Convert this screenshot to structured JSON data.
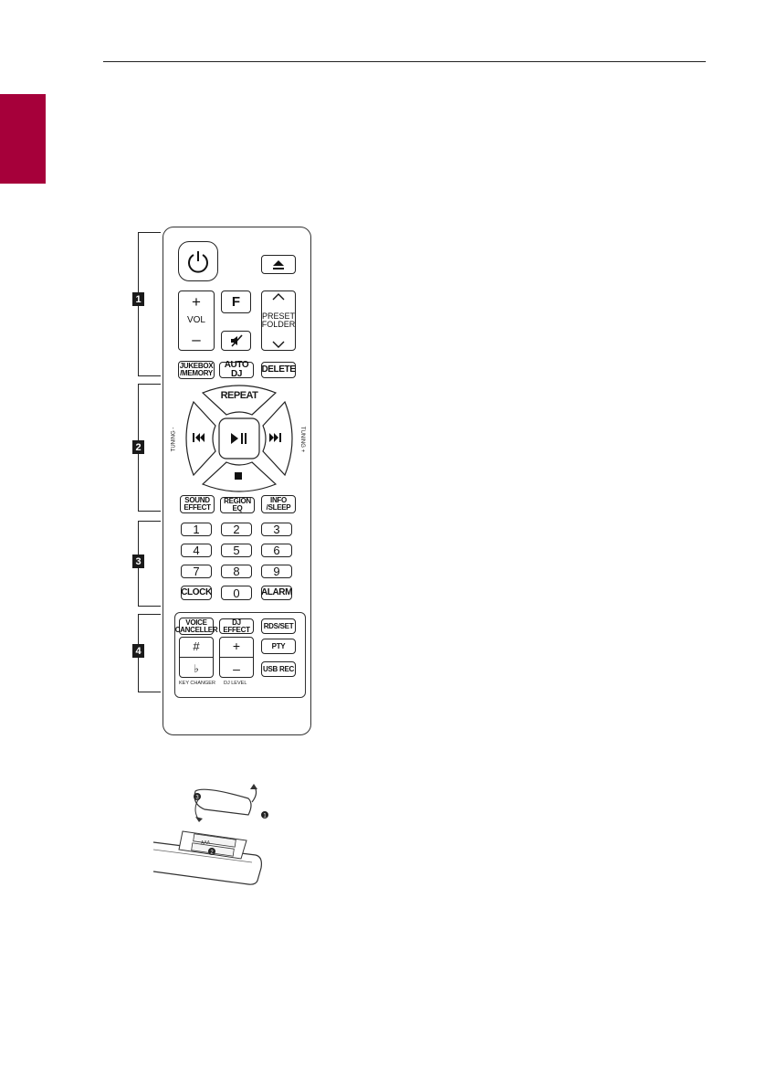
{
  "remote": {
    "section_numbers": [
      "1",
      "2",
      "3",
      "4"
    ],
    "section1": {
      "power_icon": "power-icon",
      "eject_icon": "eject-icon",
      "vol_plus": "+",
      "vol_label": "VOL",
      "vol_minus": "–",
      "function_label": "F",
      "mute_icon": "mute-icon",
      "preset_label_line1": "PRESET",
      "preset_label_line2": "FOLDER",
      "jukebox_line1": "JUKEBOX",
      "jukebox_line2": "/MEMORY",
      "auto_dj_label": "AUTO DJ",
      "delete_label": "DELETE"
    },
    "section2": {
      "repeat_label": "REPEAT",
      "tuning_minus_label": "TUNING -",
      "tuning_plus_label": "TUNING +",
      "skip_back_icon": "skip-back-icon",
      "play_pause_icon": "play-pause-icon",
      "skip_forward_icon": "skip-forward-icon",
      "stop_icon": "stop-icon",
      "sound_effect_line1": "SOUND",
      "sound_effect_line2": "EFFECT",
      "region_eq_label": "REGION EQ",
      "info_sleep_line1": "INFO",
      "info_sleep_line2": "/SLEEP"
    },
    "section3": {
      "digits": [
        "1",
        "2",
        "3",
        "4",
        "5",
        "6",
        "7",
        "8",
        "9"
      ],
      "clock_label": "CLOCK",
      "zero_label": "0",
      "alarm_label": "ALARM"
    },
    "section4": {
      "voice_canceller_line1": "VOICE",
      "voice_canceller_line2": "CANCELLER",
      "dj_effect_label": "DJ EFFECT",
      "rds_set_label": "RDS/SET",
      "sharp_label": "#",
      "flat_label": "♭",
      "dj_level_plus": "+",
      "dj_level_minus": "–",
      "pty_label": "PTY",
      "usb_rec_label": "USB REC",
      "key_changer_caption": "KEY CHANGER",
      "dj_level_caption": "DJ LEVEL"
    }
  },
  "battery_figure": {
    "step_labels": [
      "1",
      "2",
      "3"
    ],
    "battery_label": "AAA"
  },
  "colors": {
    "tab_red": "#a6003a",
    "ink": "#1a1a1a"
  }
}
